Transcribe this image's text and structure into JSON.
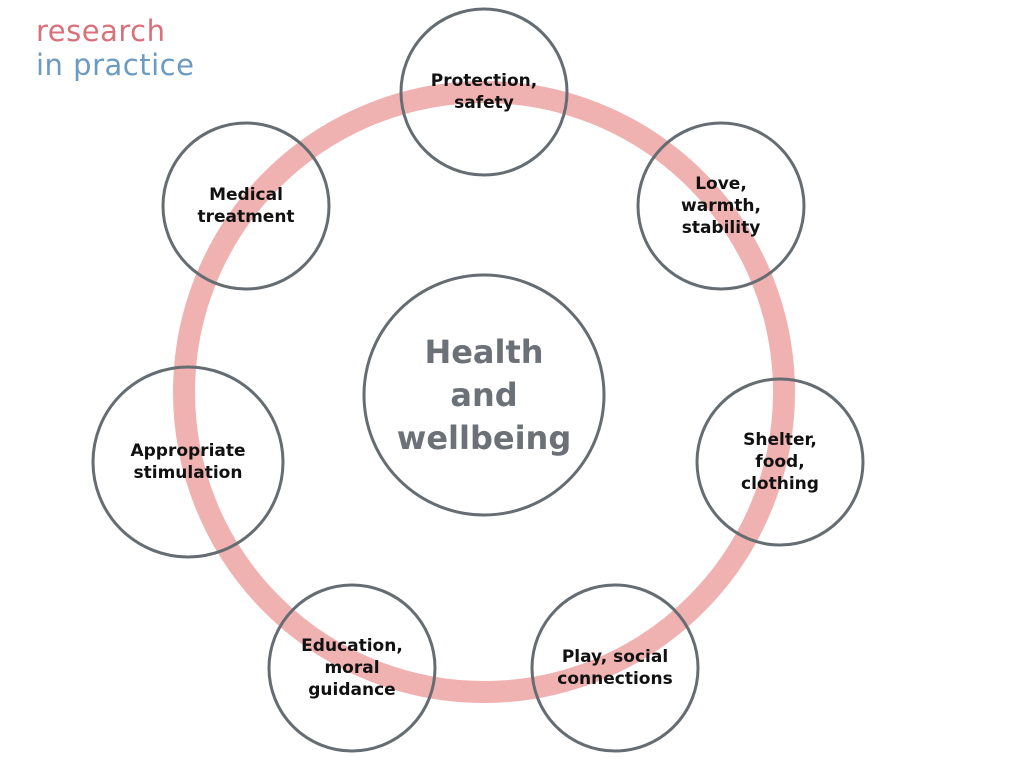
{
  "logo": {
    "line1": "research",
    "line2": "in practice"
  },
  "diagram": {
    "center": "Health\nand\nwellbeing",
    "nodes": [
      "Protection,\nsafety",
      "Love,\nwarmth,\nstability",
      "Shelter,\nfood,\nclothing",
      "Play, social\nconnections",
      "Education,\nmoral\nguidance",
      "Appropriate\nstimulation",
      "Medical\ntreatment"
    ],
    "colors": {
      "ring": "#f0b1b1",
      "circle_stroke": "#666d72",
      "center_text": "#6b7176",
      "node_text": "#111111"
    }
  }
}
